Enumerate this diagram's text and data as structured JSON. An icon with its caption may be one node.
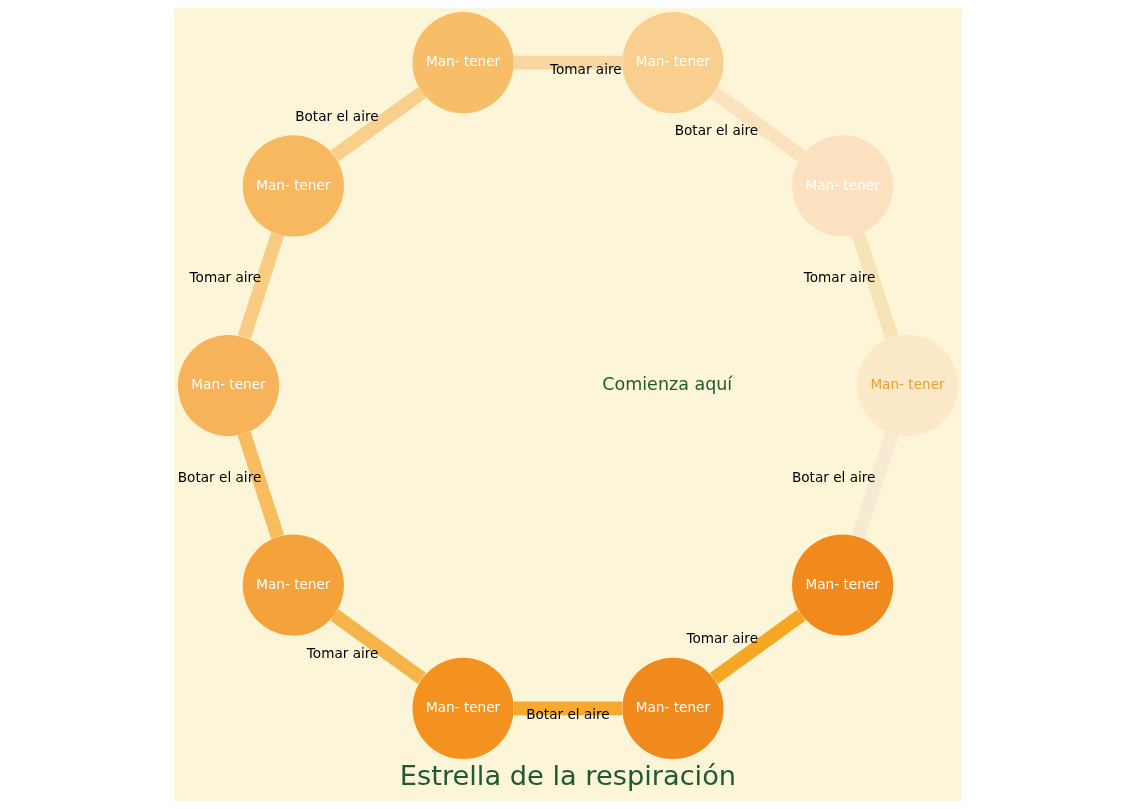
{
  "diagram": {
    "title": "Estrella de la respiración",
    "nodes": [
      {
        "text": [
          "Man- tener"
        ]
      },
      {
        "text": [
          "Man- tener"
        ]
      },
      {
        "text": [
          "Man- tener"
        ]
      },
      {
        "text": [
          "Man- tener"
        ]
      },
      {
        "text": [
          "Man- tener"
        ]
      },
      {
        "text": [
          "Man- tener"
        ]
      },
      {
        "text": [
          "Man- tener"
        ]
      },
      {
        "text": [
          "Man- tener"
        ]
      },
      {
        "text": [
          "Man- tener"
        ]
      },
      {
        "text": [
          "Man- tener"
        ]
      }
    ],
    "edges": [
      {
        "from": 0,
        "to": 1,
        "arrow": "none",
        "label": "Tomar aire",
        "color": "#f5a623"
      },
      {
        "from": 1,
        "to": 2,
        "arrow": "none",
        "label": "Botar el aire",
        "color": "#f5a92e"
      },
      {
        "from": 2,
        "to": 3,
        "arrow": "none",
        "label": "Tomar aire",
        "color": "#f6b54a"
      },
      {
        "from": 3,
        "to": 4,
        "arrow": "none",
        "label": "Botar el aire",
        "color": "#f7bd5e"
      },
      {
        "from": 4,
        "to": 5,
        "arrow": "none",
        "label": "Tomar aire",
        "color": "#f9cc85"
      },
      {
        "from": 5,
        "to": 6,
        "arrow": "none",
        "label": "Botar el aire",
        "color": "#f9cf8c"
      },
      {
        "from": 6,
        "to": 7,
        "arrow": "none",
        "label": "Tomar aire",
        "color": "#fad6a0"
      },
      {
        "from": 7,
        "to": 8,
        "arrow": "none",
        "label": "Botar el aire",
        "color": "#fbe2bd"
      },
      {
        "from": 8,
        "to": 9,
        "arrow": "none",
        "label": "Tomar aire",
        "color": "#f8e2b8"
      },
      {
        "from": 9,
        "to": 0,
        "arrow": "none",
        "label": "Botar el aire",
        "color": "#f6ead2"
      }
    ],
    "labels": [
      "Comienza aquí"
    ]
  }
}
